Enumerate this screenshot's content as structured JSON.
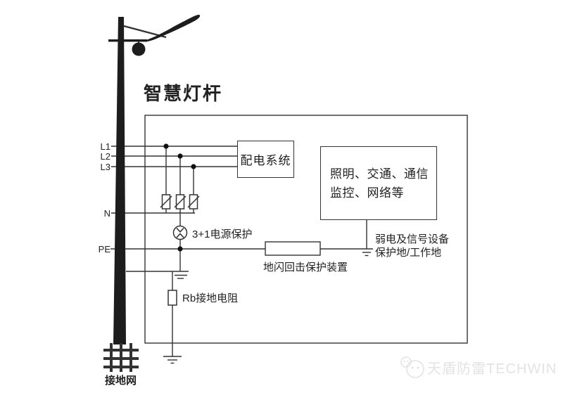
{
  "title": "智慧灯杆",
  "wire_labels": {
    "l1": "L1",
    "l2": "L2",
    "l3": "L3",
    "n": "N",
    "pe": "PE"
  },
  "boxes": {
    "distribution": "配电系统",
    "loads_line1": "照明、交通、通信",
    "loads_line2": "监控、网络等"
  },
  "annotations": {
    "power_protection": "3+1电源保护",
    "ground_flash_device": "地闪回击保护装置",
    "weak_signal_line1": "弱电及信号设备",
    "weak_signal_line2": "保护地/工作地",
    "rb_resistor": "Rb接地电阻",
    "ground_grid": "接地网"
  },
  "watermark": {
    "text": "天盾防雷TECHWIN",
    "icon": "techwin-logo-icon"
  },
  "colors": {
    "line": "#333333",
    "ink": "#1d1d1d",
    "watermark": "#e3e3e3"
  }
}
